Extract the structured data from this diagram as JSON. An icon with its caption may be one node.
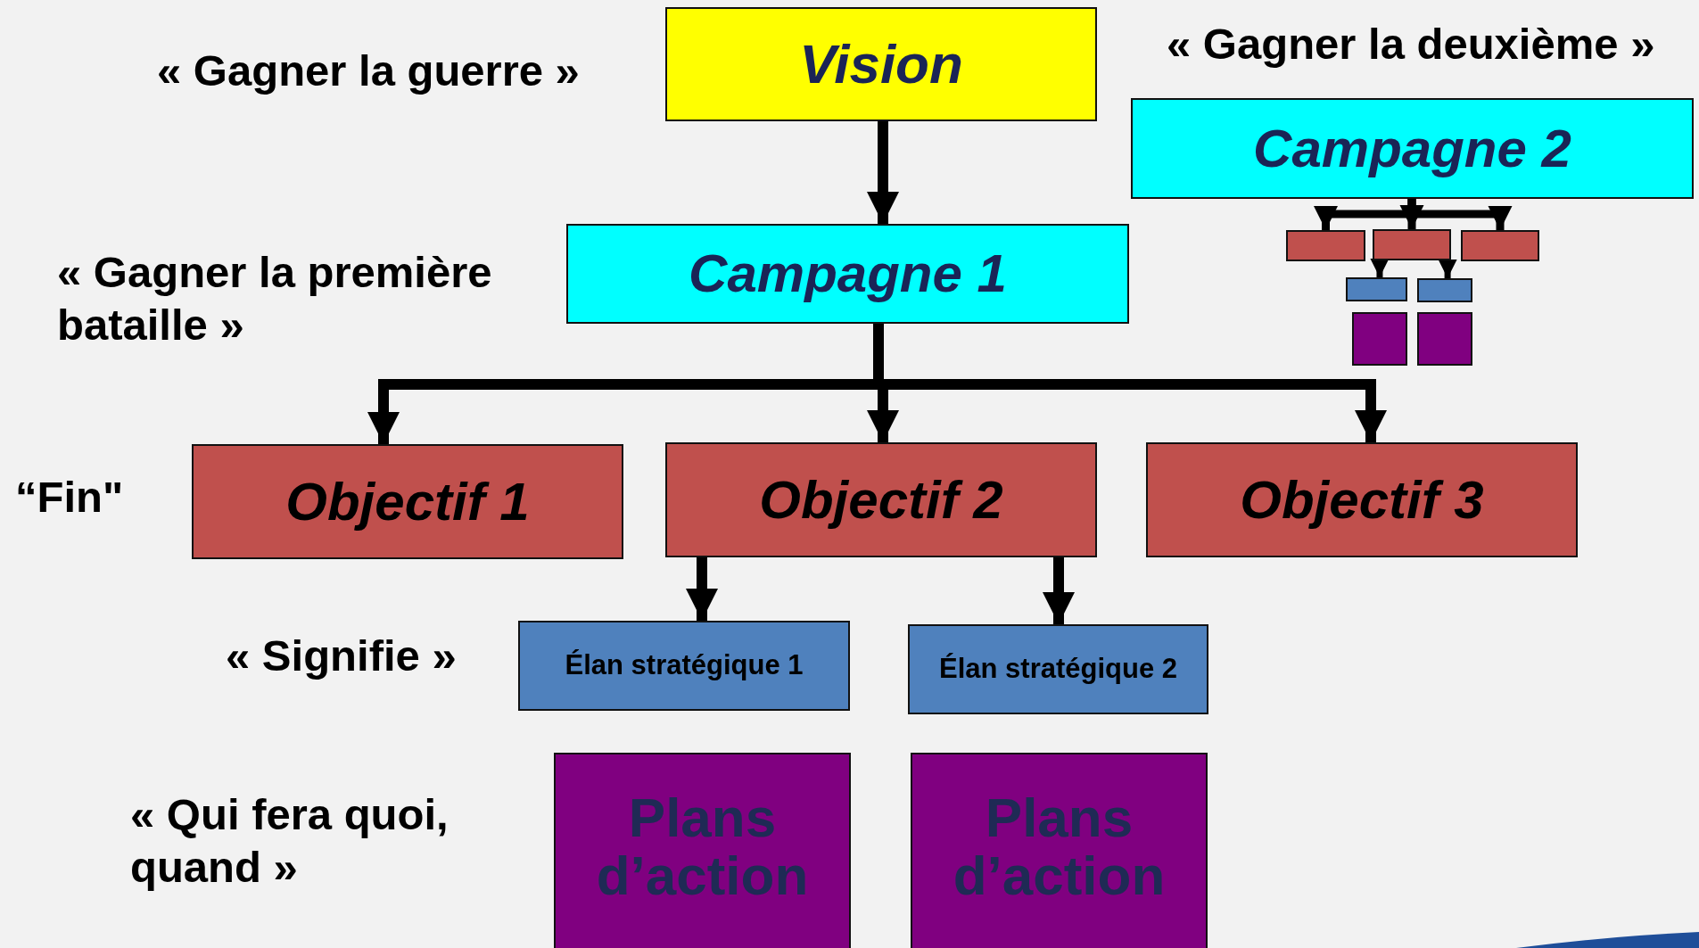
{
  "diagram": {
    "nodes": [
      {
        "text": [
          "Vision"
        ]
      },
      {
        "text": [
          "Campagne 1"
        ]
      },
      {
        "text": [
          "Campagne 2"
        ]
      },
      {
        "text": [
          "Objectif 1"
        ]
      },
      {
        "text": [
          "Objectif 2"
        ]
      },
      {
        "text": [
          "Objectif 3"
        ]
      },
      {
        "text": [
          "Élan stratégique 1"
        ]
      },
      {
        "text": [
          "Élan stratégique 2"
        ]
      },
      {
        "text": [
          "Plans d’action"
        ]
      },
      {
        "text": [
          "Plans d’action"
        ]
      },
      {
        "text": [],
        "shape": "box"
      },
      {
        "text": [],
        "shape": "box"
      },
      {
        "text": [],
        "shape": "box"
      },
      {
        "text": [],
        "shape": "box"
      },
      {
        "text": [],
        "shape": "box"
      },
      {
        "text": [],
        "shape": "box"
      },
      {
        "text": [],
        "shape": "box"
      }
    ],
    "edges": [
      {
        "from": 0,
        "to": 1,
        "arrow": "to"
      },
      {
        "from": 1,
        "to": 3,
        "arrow": "to"
      },
      {
        "from": 1,
        "to": 4,
        "arrow": "to"
      },
      {
        "from": 1,
        "to": 5,
        "arrow": "to"
      },
      {
        "from": 4,
        "to": 6,
        "arrow": "to"
      },
      {
        "from": 4,
        "to": 7,
        "arrow": "to"
      },
      {
        "from": 2,
        "to": 10,
        "arrow": "to"
      },
      {
        "from": 2,
        "to": 11,
        "arrow": "to"
      },
      {
        "from": 2,
        "to": 12,
        "arrow": "to"
      },
      {
        "from": 11,
        "to": 13,
        "arrow": "to"
      },
      {
        "from": 11,
        "to": 14,
        "arrow": "to"
      }
    ],
    "labels": [
      "« Gagner la guerre »",
      "« Gagner la deuxième »",
      "« Gagner la première bataille »",
      "“Fin\"",
      "« Signifie »",
      "« Qui fera quoi, quand »"
    ]
  }
}
